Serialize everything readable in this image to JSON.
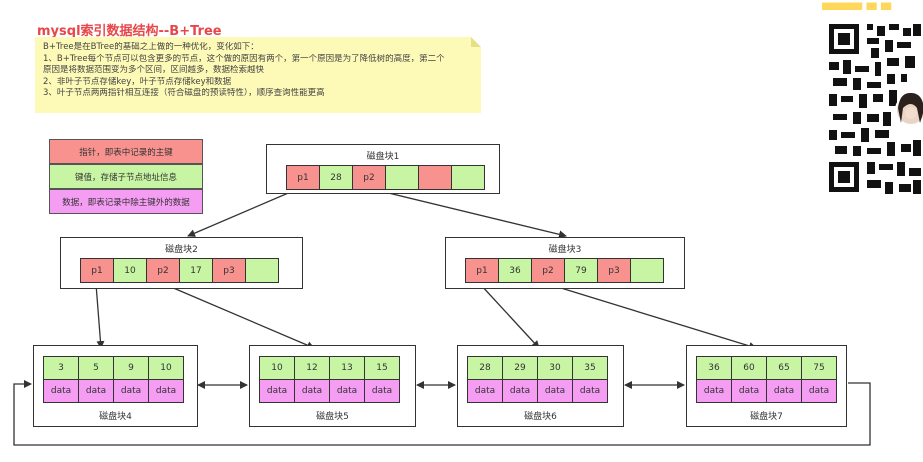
{
  "title": "mysql索引数据结构--B+Tree",
  "note": {
    "lines": [
      "B+Tree是在BTree的基础之上做的一种优化，变化如下：",
      "1、B+Tree每个节点可以包含更多的节点，这个做的原因有两个，第一个原因是为了降低树的高度，第二个",
      "原因是将数据范围变为多个区间，区间越多，数据检索越快",
      "2、非叶子节点存储key，叶子节点存储key和数据",
      "3、叶子节点两两指针相互连接（符合磁盘的预读特性），顺序查询性能更高"
    ]
  },
  "legend": [
    {
      "text": "指针，即表中记录的主键",
      "color": "#f7928f"
    },
    {
      "text": "键值，存储子节点地址信息",
      "color": "#c8f5a4"
    },
    {
      "text": "数据，即表记录中除主键外的数据",
      "color": "#f59cf3"
    }
  ],
  "root": {
    "label": "磁盘块1",
    "cells": [
      "p1",
      "28",
      "p2",
      "",
      "",
      ""
    ]
  },
  "internal": [
    {
      "label": "磁盘块2",
      "cells": [
        "p1",
        "10",
        "p2",
        "17",
        "p3",
        ""
      ]
    },
    {
      "label": "磁盘块3",
      "cells": [
        "p1",
        "36",
        "p2",
        "79",
        "p3",
        ""
      ]
    }
  ],
  "leaves": [
    {
      "label": "磁盘块4",
      "keys": [
        "3",
        "5",
        "9",
        "10"
      ],
      "data": [
        "data",
        "data",
        "data",
        "data"
      ]
    },
    {
      "label": "磁盘块5",
      "keys": [
        "10",
        "12",
        "13",
        "15"
      ],
      "data": [
        "data",
        "data",
        "data",
        "data"
      ]
    },
    {
      "label": "磁盘块6",
      "keys": [
        "28",
        "29",
        "30",
        "35"
      ],
      "data": [
        "data",
        "data",
        "data",
        "data"
      ]
    },
    {
      "label": "磁盘块7",
      "keys": [
        "36",
        "60",
        "65",
        "75"
      ],
      "data": [
        "data",
        "data",
        "data",
        "data"
      ]
    }
  ],
  "colors": {
    "pointer": "#f7928f",
    "key": "#c8f5a4",
    "data": "#f59cf3",
    "title": "#e8474a",
    "note_bg": "#fdf9b6"
  }
}
